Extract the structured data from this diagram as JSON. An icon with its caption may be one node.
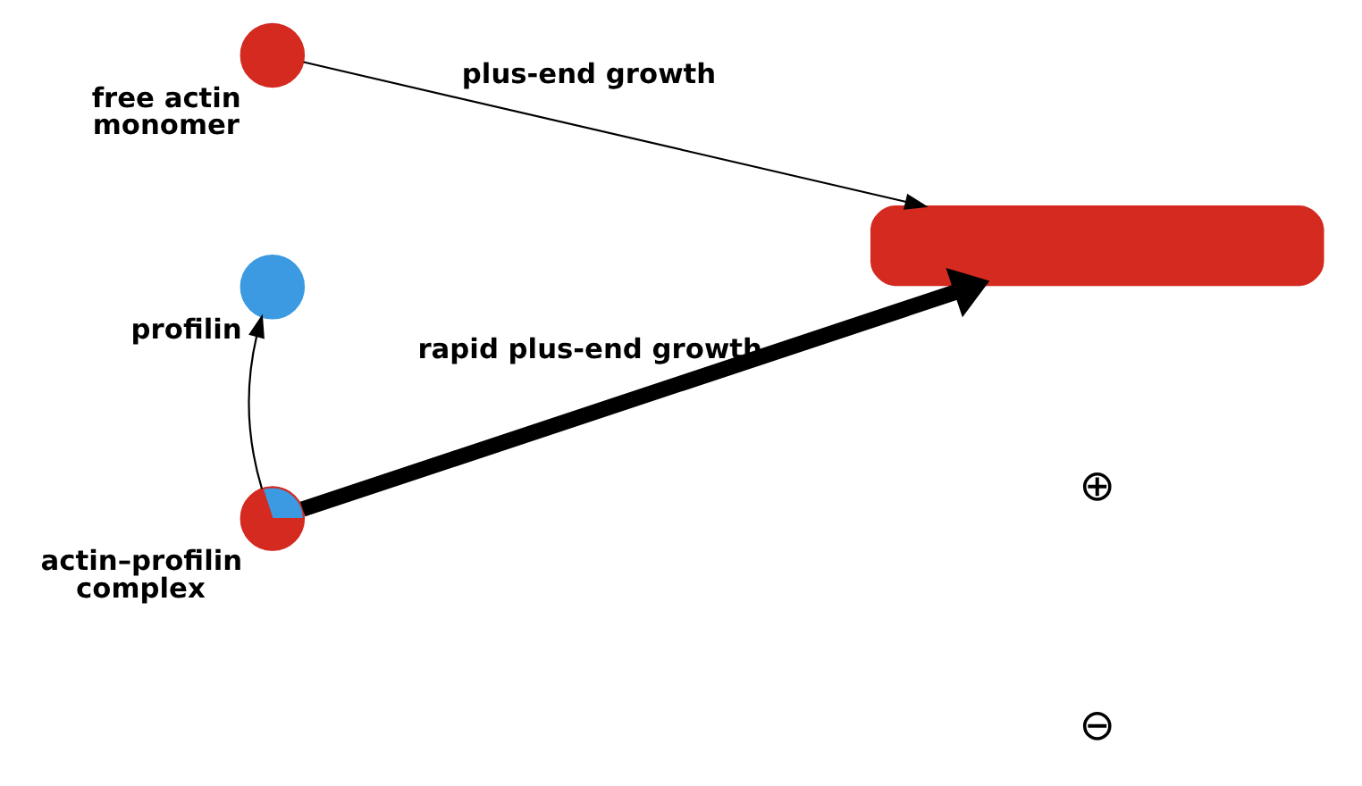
{
  "diagram": {
    "nodes": [
      {
        "text": [],
        "shape": "circle",
        "beside": [
          "free actin monomer"
        ]
      },
      {
        "text": [],
        "shape": "bar"
      },
      {
        "text": [],
        "shape": "circle",
        "beside": [
          "profilin"
        ]
      },
      {
        "text": [],
        "shape": "circle",
        "beside": [
          "actin–profilin complex"
        ]
      }
    ],
    "edges": [
      {
        "from": 0,
        "to": 1,
        "arrow": "to",
        "label": "plus-end growth"
      },
      {
        "from": 3,
        "to": 1,
        "arrow": "to",
        "label": "rapid plus-end growth",
        "style": "thick"
      },
      {
        "from": 3,
        "to": 2,
        "arrow": "to"
      }
    ],
    "labels": [
      "⊕",
      "⊖"
    ]
  }
}
